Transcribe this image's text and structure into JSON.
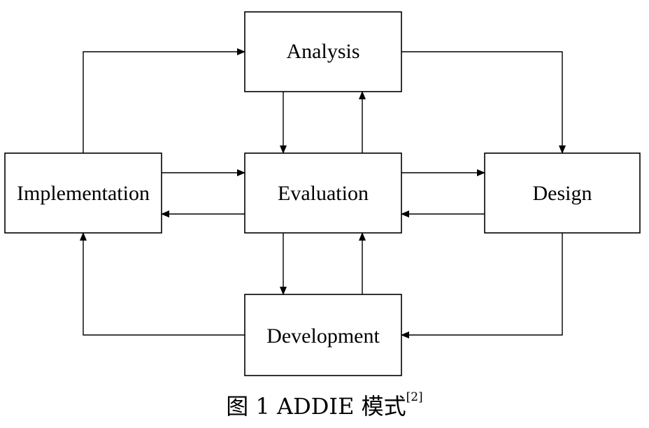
{
  "nodes": {
    "analysis": "Analysis",
    "design": "Design",
    "evaluation": "Evaluation",
    "implementation": "Implementation",
    "development": "Development"
  },
  "caption": {
    "text": "图 1 ADDIE 模式",
    "ref": "[2]"
  },
  "colors": {
    "stroke": "#000000",
    "background": "#ffffff"
  }
}
